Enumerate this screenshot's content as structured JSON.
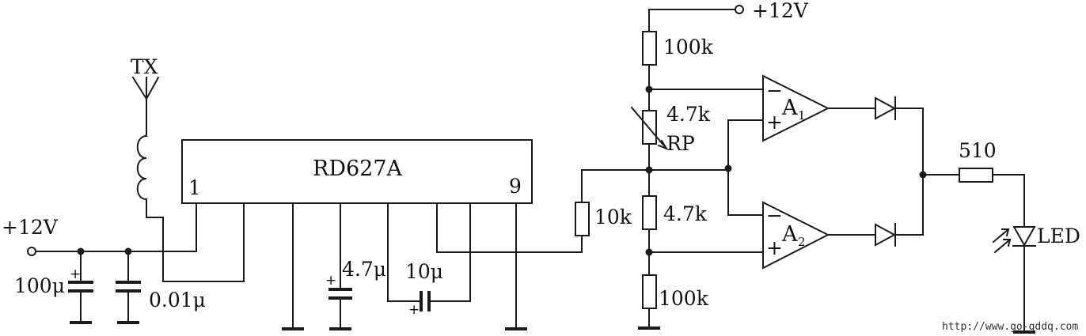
{
  "labels": {
    "vcc_right": "+12V",
    "vcc_left": "+12V",
    "antenna": "TX",
    "ic_name": "RD627A",
    "ic_pin1": "1",
    "ic_pin9": "9",
    "r_top": "100k",
    "rp_value": "4.7k",
    "rp_name": "RP",
    "r_mid": "4.7k",
    "r_bottom": "100k",
    "r_input": "10k",
    "c_100u": "100μ",
    "c_001u": "0.01μ",
    "c_47u": "4.7μ",
    "c_10u": "10μ",
    "opamp1": "A",
    "opamp1_sub": "1",
    "opamp2": "A",
    "opamp2_sub": "2",
    "r_led": "510",
    "led": "LED",
    "minus": "−",
    "plus": "+",
    "watermark": "http://www.go-gddq.com"
  }
}
